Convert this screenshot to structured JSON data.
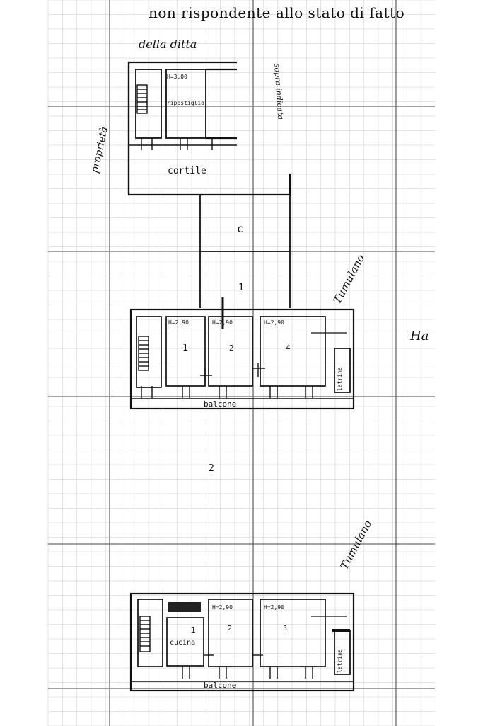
{
  "header": {
    "title": "non rispondente allo stato di fatto",
    "owner_line": "della    ditta"
  },
  "site": {
    "left_label": "proprietà",
    "right_label": "sopra indicata",
    "top_room_height": "H=3,00",
    "top_room_name": "ripostiglio",
    "courtyard": "cortile",
    "zone_c": "c",
    "zone_marker": "1"
  },
  "floor_upper": {
    "room1_height": "H=2,90",
    "room2_height": "H=2,90",
    "room3_height": "H=2,90",
    "room1_num": "1",
    "room2_num": "2",
    "room3_num": "4",
    "wc": "latrina",
    "balcony": "balcone",
    "annotation": "Tumulano",
    "side_mark": "Ha"
  },
  "between": {
    "marker": "2"
  },
  "floor_lower": {
    "room1_name": "cucina",
    "room1_num": "1",
    "room2_height": "H=2,90",
    "room3_height": "H=2,90",
    "room2_num": "2",
    "room3_num": "3",
    "wc": "latrina",
    "balcony": "balcone",
    "annotation": "Tumulano"
  }
}
